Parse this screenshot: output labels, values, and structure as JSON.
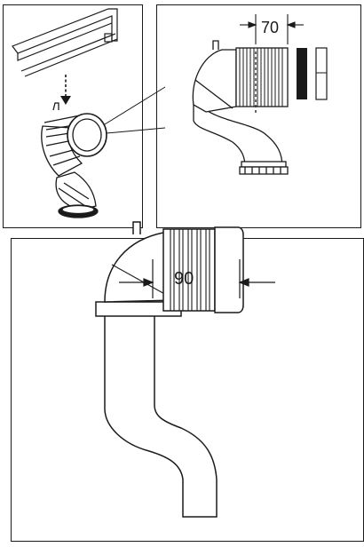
{
  "panels": {
    "top_left": {
      "content": "pipe-with-arrow"
    },
    "top_right": {
      "dimension": "70"
    },
    "bottom": {
      "dimension": "90"
    }
  },
  "colors": {
    "line": "#1a1a1a",
    "seal": "#1a1a1a",
    "paper": "#ffffff"
  }
}
